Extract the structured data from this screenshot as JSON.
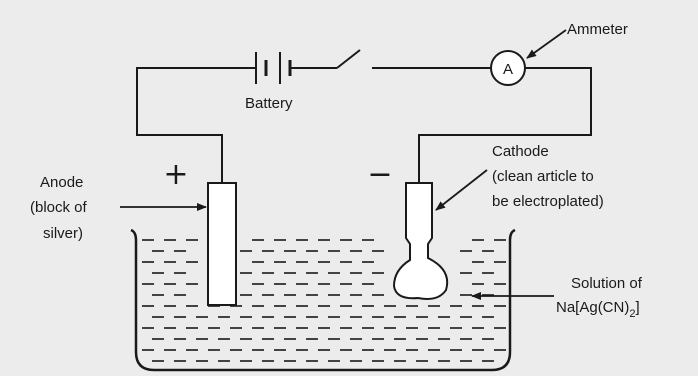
{
  "labels": {
    "ammeter": "Ammeter",
    "ammeter_symbol": "A",
    "battery": "Battery",
    "anode_line1": "Anode",
    "anode_line2": "(block of",
    "anode_line3": "silver)",
    "cathode_line1": "Cathode",
    "cathode_line2": "(clean article to",
    "cathode_line3": "be electroplated)",
    "solution_line1": "Solution of",
    "solution_formula_main": "Na[Ag(CN)",
    "solution_formula_sub": "2",
    "solution_formula_end": "]",
    "plus_sign": "+",
    "minus_sign": "−"
  },
  "colors": {
    "line": "#1a1a1a",
    "background": "#ececec",
    "electrode_fill": "#ffffff"
  }
}
